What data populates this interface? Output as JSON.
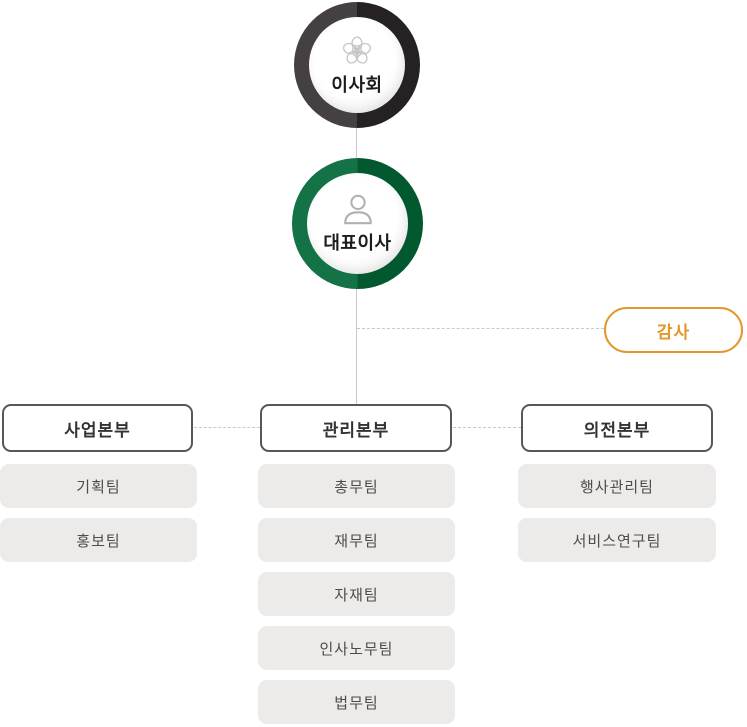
{
  "org_chart": {
    "board": {
      "label": "이사회",
      "icon": "emblem-flower-icon",
      "ring_color_left": "#454142",
      "ring_color_right": "#262223"
    },
    "ceo": {
      "label": "대표이사",
      "icon": "person-icon",
      "ring_color_left": "#147247",
      "ring_color_right": "#02592f"
    },
    "auditor": {
      "label": "감사",
      "accent_color": "#e39629"
    },
    "divisions": [
      {
        "label": "사업본부",
        "teams": [
          "기획팀",
          "홍보팀"
        ]
      },
      {
        "label": "관리본부",
        "teams": [
          "총무팀",
          "재무팀",
          "자재팀",
          "인사노무팀",
          "법무팀"
        ]
      },
      {
        "label": "의전본부",
        "teams": [
          "행사관리팀",
          "서비스연구팀"
        ]
      }
    ],
    "colors": {
      "division_border": "#57575a",
      "team_background": "#edebe9",
      "connector_line": "#c9c9c9"
    }
  }
}
